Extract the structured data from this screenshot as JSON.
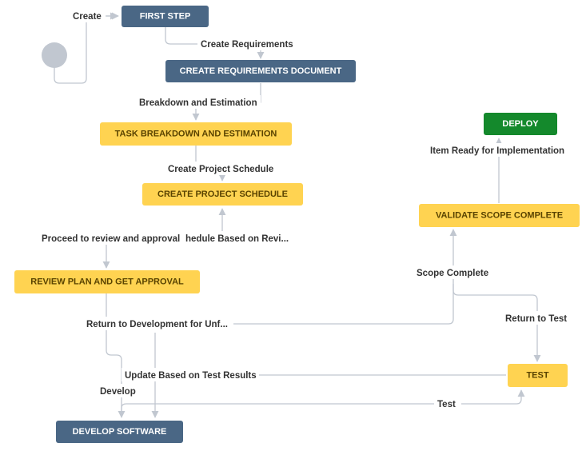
{
  "colors": {
    "status_blue": "#4a6785",
    "status_yellow": "#ffd351",
    "status_green": "#14892c",
    "text_light": "#ffffff",
    "text_dark": "#594300",
    "edge": "#c1c7d0",
    "start_node": "#c1c7d0"
  },
  "nodes": {
    "first_step": "FIRST STEP",
    "create_requirements_document": "CREATE REQUIREMENTS DOCUMENT",
    "task_breakdown": "TASK BREAKDOWN AND ESTIMATION",
    "create_project_schedule": "CREATE PROJECT SCHEDULE",
    "review_plan": "REVIEW PLAN AND GET APPROVAL",
    "develop_software": "DEVELOP SOFTWARE",
    "test": "TEST",
    "validate_scope_complete": "VALIDATE SCOPE COMPLETE",
    "deploy": "DEPLOY"
  },
  "transitions": {
    "create": "Create",
    "create_requirements": "Create Requirements",
    "breakdown_and_estimation": "Breakdown and Estimation",
    "create_project_schedule": "Create Project Schedule",
    "proceed_to_review": "Proceed to review and approval",
    "schedule_based_on_review": "hedule Based on Revi...",
    "return_to_development": "Return to Development for Unf...",
    "develop": "Develop",
    "update_based_on_test_results": "Update Based on Test Results",
    "test": "Test",
    "scope_complete": "Scope Complete",
    "return_to_test": "Return to Test",
    "item_ready_for_implementation": "Item Ready for Implementation"
  }
}
